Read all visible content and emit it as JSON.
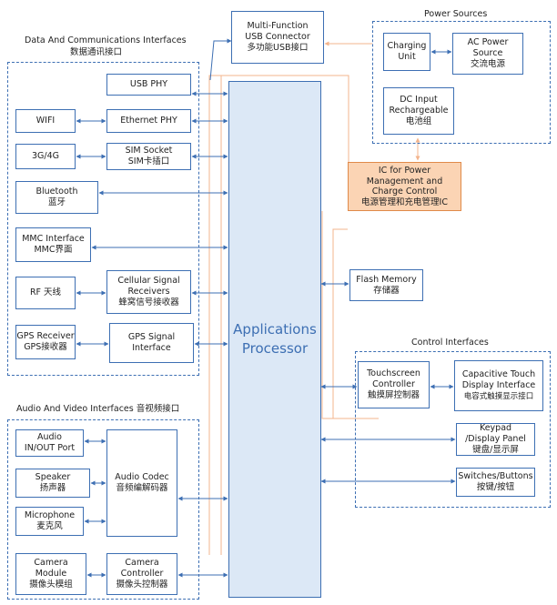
{
  "colors": {
    "blue": "#3d6fb3",
    "processor_fill": "#dce8f6",
    "power_fill": "#fbd4b4",
    "power_line": "#f3b48c"
  },
  "usb_connector": {
    "line1": "Multi-Function",
    "line2": "USB Connector",
    "line3": "多功能USB接口"
  },
  "power_sources": {
    "title": "Power Sources",
    "charging_unit": {
      "line1": "Charging",
      "line2": "Unit"
    },
    "ac_power": {
      "line1": "AC Power",
      "line2": "Source",
      "line3": "交流电源"
    },
    "dc_input": {
      "line1": "DC Input",
      "line2": "Rechargeable",
      "line3": "电池组"
    }
  },
  "data_comm": {
    "title_en": "Data And Communications Interfaces",
    "title_cn": "数据通讯接口",
    "usb_phy": "USB PHY",
    "wifi": "WIFI",
    "ethernet_phy": "Ethernet PHY",
    "g34": "3G/4G",
    "sim_socket": {
      "line1": "SIM Socket",
      "line2": "SIM卡插口"
    },
    "bluetooth": {
      "line1": "Bluetooth",
      "line2": "蓝牙"
    },
    "mmc": {
      "line1": "MMC Interface",
      "line2": "MMC界面"
    },
    "rf": "RF 天线",
    "cellular": {
      "line1": "Cellular Signal",
      "line2": "Receivers",
      "line3": "蜂窝信号接收器"
    },
    "gps_receiver": {
      "line1": "GPS Receiver",
      "line2": "GPS接收器"
    },
    "gps_signal": {
      "line1": "GPS Signal",
      "line2": "Interface"
    }
  },
  "processor": {
    "line1": "Applications",
    "line2": "Processor"
  },
  "pmic": {
    "line1": "IC for Power",
    "line2": "Management and",
    "line3": "Charge Control",
    "line4": "电源管理和充电管理IC"
  },
  "flash": {
    "line1": "Flash Memory",
    "line2": "存储器"
  },
  "control": {
    "title": "Control Interfaces",
    "touch_controller": {
      "line1": "Touchscreen",
      "line2": "Controller",
      "line3": "触摸屏控制器"
    },
    "capacitive": {
      "line1": "Capacitive Touch",
      "line2": "Display Interface",
      "line3": "电容式触摸显示接口"
    },
    "keypad": {
      "line1": "Keypad",
      "line2": "/Display Panel",
      "line3": "键盘/显示屏"
    },
    "switches": {
      "line1": "Switches/Buttons",
      "line2": "按键/按钮"
    }
  },
  "av": {
    "title": "Audio And Video Interfaces 音视频接口",
    "audio_port": {
      "line1": "Audio",
      "line2": "IN/OUT Port"
    },
    "speaker": {
      "line1": "Speaker",
      "line2": "扬声器"
    },
    "microphone": {
      "line1": "Microphone",
      "line2": "麦克风"
    },
    "codec": {
      "line1": "Audio Codec",
      "line2": "音频编解码器"
    },
    "camera_module": {
      "line1": "Camera",
      "line2": "Module",
      "line3": "摄像头模组"
    },
    "camera_controller": {
      "line1": "Camera",
      "line2": "Controller",
      "line3": "摄像头控制器"
    }
  }
}
